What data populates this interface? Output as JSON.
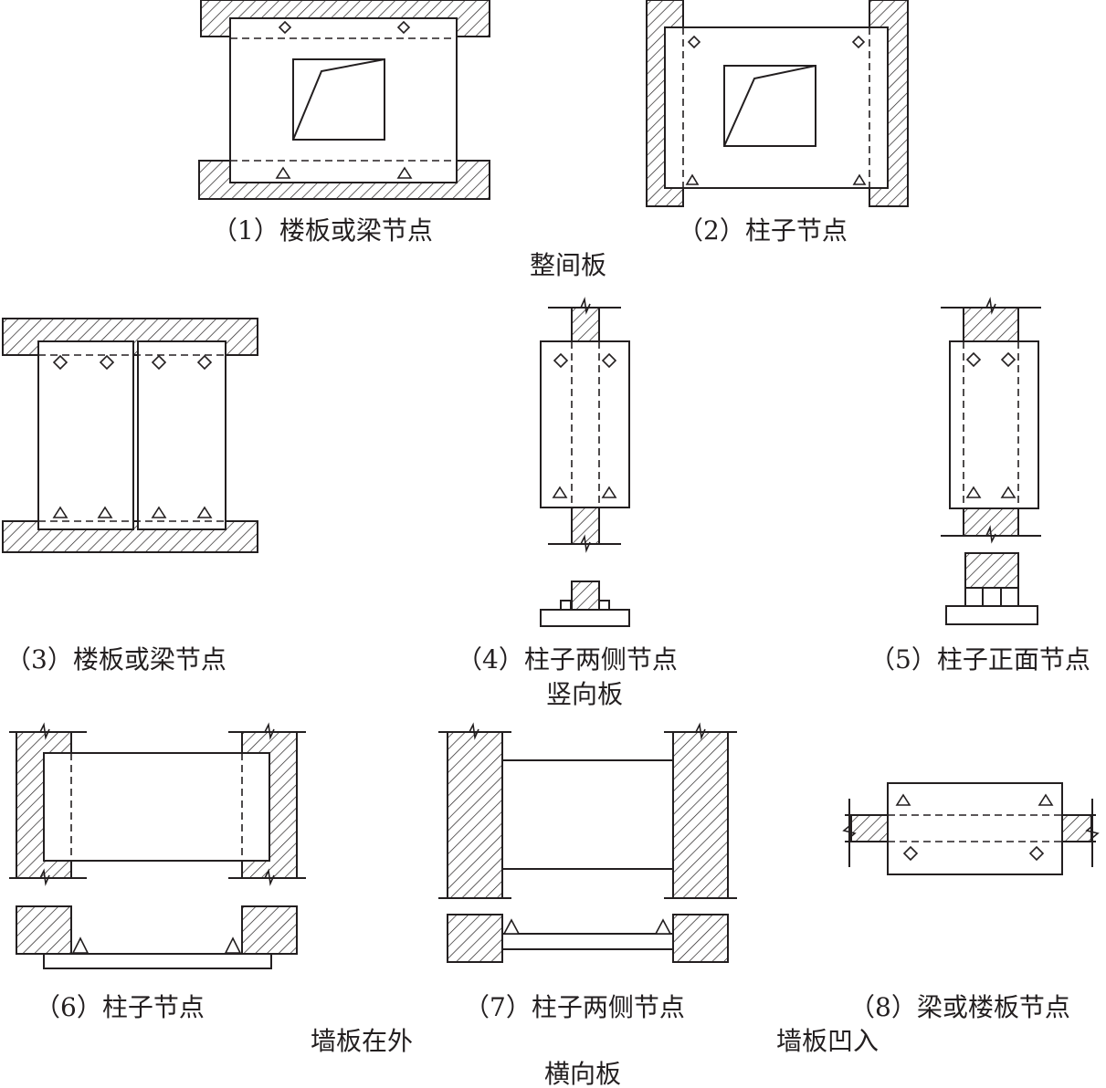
{
  "captions": {
    "c1": "（1）楼板或梁节点",
    "c2": "（2）柱子节点",
    "group_whole": "整间板",
    "c3": "（3）楼板或梁节点",
    "c4": "（4）柱子两侧节点",
    "c5": "（5）柱子正面节点",
    "group_vertical": "竖向板",
    "c6": "（6）柱子节点",
    "c7": "（7）柱子两侧节点",
    "c8": "（8）梁或楼板节点",
    "group_outside": "墙板在外",
    "group_recessed": "墙板凹入",
    "group_horizontal": "横向板"
  },
  "colors": {
    "line": "#231f20",
    "background": "#ffffff"
  },
  "legend_symbols": [
    "diamond-marker",
    "triangle-marker",
    "hatched-structure"
  ]
}
